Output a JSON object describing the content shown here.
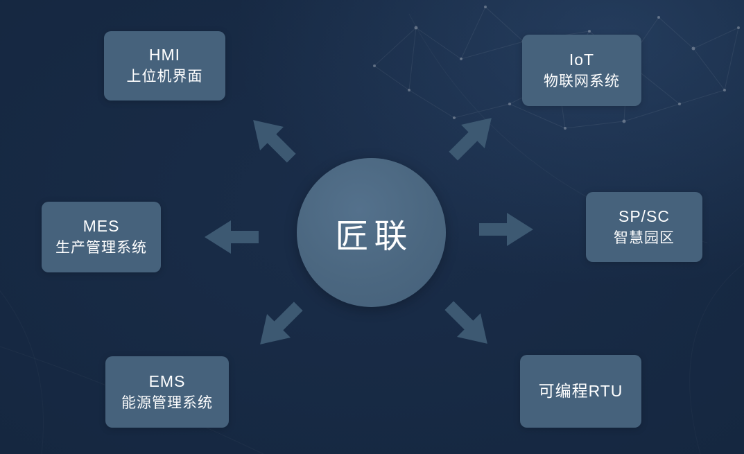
{
  "center": {
    "label": "匠联"
  },
  "nodes": [
    {
      "id": "hmi",
      "title": "HMI",
      "subtitle": "上位机界面"
    },
    {
      "id": "iot",
      "title": "IoT",
      "subtitle": "物联网系统"
    },
    {
      "id": "mes",
      "title": "MES",
      "subtitle": "生产管理系统"
    },
    {
      "id": "spsc",
      "title": "SP/SC",
      "subtitle": "智慧园区"
    },
    {
      "id": "ems",
      "title": "EMS",
      "subtitle": "能源管理系统"
    },
    {
      "id": "rtu",
      "title": "可编程RTU",
      "subtitle": ""
    }
  ],
  "colors": {
    "bg": "#152740",
    "bg_edge": "#0f1d31",
    "node_fill": "#46627c",
    "circle_fill": "#4b6780",
    "arrow_fill": "#3d5972",
    "text": "#ffffff"
  }
}
